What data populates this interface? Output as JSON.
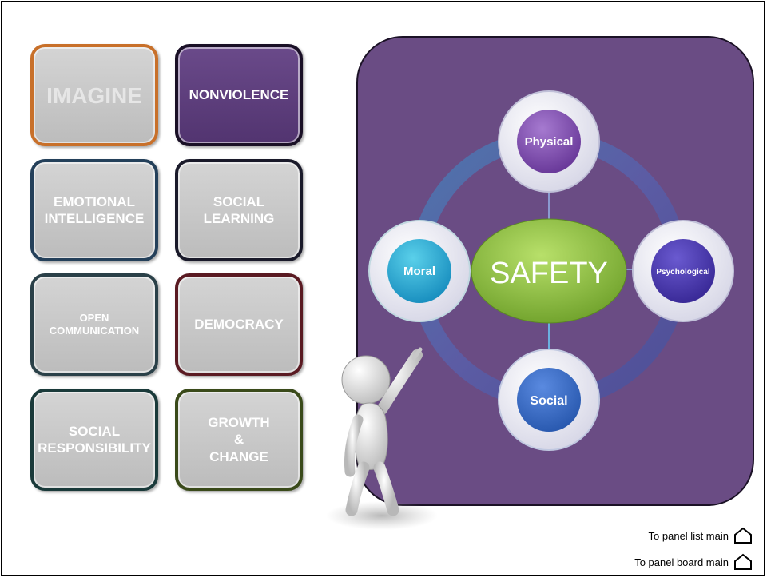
{
  "tiles": {
    "imagine": "IMAGINE",
    "nonviolence": "NONVIOLENCE",
    "emotional_intelligence": [
      "EMOTIONAL",
      "INTELLIGENCE"
    ],
    "social_learning": [
      "SOCIAL",
      "LEARNING"
    ],
    "open_communication": [
      "OPEN",
      "COMMUNICATION"
    ],
    "democracy": "DEMOCRACY",
    "social_responsibility": [
      "SOCIAL",
      "RESPONSIBILITY"
    ],
    "growth_change": [
      "GROWTH",
      "&",
      "CHANGE"
    ]
  },
  "diagram": {
    "center": "SAFETY",
    "nodes": {
      "top": "Physical",
      "left": "Moral",
      "right": "Psychological",
      "bottom": "Social"
    }
  },
  "footer": {
    "panel_list": "To panel list main",
    "panel_board": "To panel board main"
  },
  "colors": {
    "board": "#6a4c84",
    "tile_gray": "#c8c8c8",
    "tile_purple": "#5e3e7c",
    "center_green": "#8cc83c"
  }
}
